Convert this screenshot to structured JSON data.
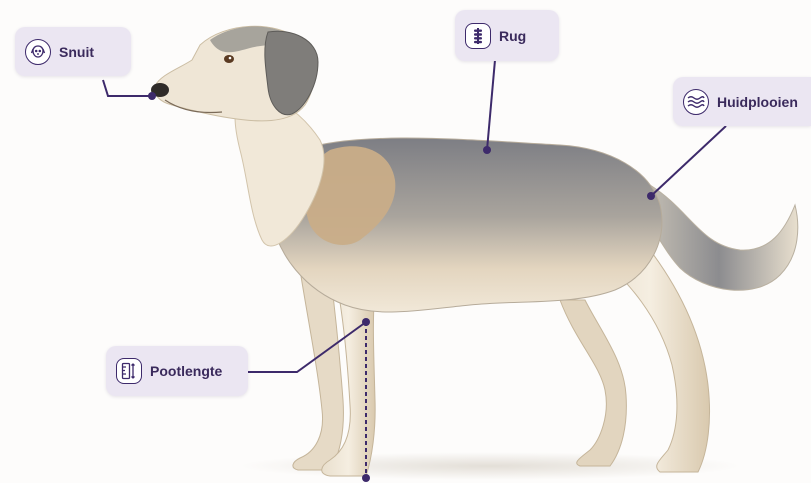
{
  "labels": {
    "snout": "Snuit",
    "back": "Rug",
    "skin_folds": "Huidplooien",
    "leg_length": "Pootlengte"
  },
  "icons": {
    "snout": "dog-head-icon",
    "back": "spine-icon",
    "skin_folds": "waves-icon",
    "leg_length": "ruler-icon"
  },
  "colors": {
    "callout_bg": "#ebe6f2",
    "accent": "#3d2a6b",
    "coat_grey": "#8b8b8e",
    "coat_tan": "#c7aa85",
    "coat_cream": "#efe6d6"
  }
}
